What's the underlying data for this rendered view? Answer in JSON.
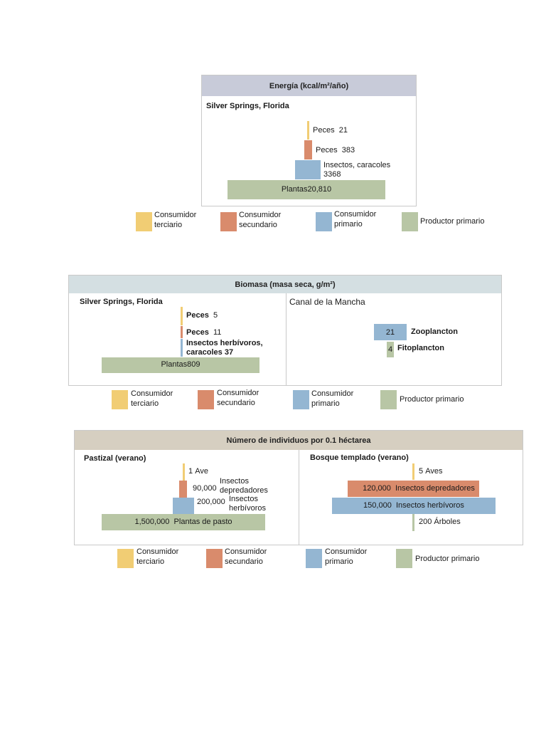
{
  "colors": {
    "terciario": "#f1cd74",
    "secundario": "#d98b6c",
    "primario": "#94b6d2",
    "productor": "#b8c6a5",
    "header_energy": "#c8cbd9",
    "header_biomass": "#d4dfe2",
    "header_numbers": "#d6cfc1"
  },
  "legend": {
    "terciario": [
      "Consumidor",
      "terciario"
    ],
    "secundario": [
      "Consumidor",
      "secundario"
    ],
    "primario": [
      "Consumidor",
      "primario"
    ],
    "productor": "Productor primario"
  },
  "energy": {
    "title": "Energía (kcal/m²/año)",
    "subtitle": "Silver Springs, Florida",
    "levels": {
      "terciario": {
        "name": "Peces",
        "value": "21"
      },
      "secundario": {
        "name": "Peces",
        "value": "383"
      },
      "primario": {
        "name": "Insectos, caracoles",
        "value": "3368"
      },
      "productor": {
        "name": "Plantas",
        "value": "20,810"
      }
    }
  },
  "biomass": {
    "title": "Biomasa (masa seca, g/m²)",
    "left": {
      "subtitle": "Silver Springs, Florida",
      "terciario": {
        "name": "Peces",
        "value": "5"
      },
      "secundario": {
        "name": "Peces",
        "value": "11"
      },
      "primario": {
        "name": "Insectos herbívoros,",
        "name2": "caracoles",
        "value": "37"
      },
      "productor": {
        "name": "Plantas",
        "value": "809"
      }
    },
    "right": {
      "subtitle": "Canal de la Mancha",
      "zooplancton": {
        "name": "Zooplancton",
        "value": "21"
      },
      "fitoplancton": {
        "name": "Fitoplancton",
        "value": "4"
      }
    }
  },
  "numbers": {
    "title": "Número de individuos por 0.1 héctarea",
    "left": {
      "subtitle": "Pastizal (verano)",
      "terciario": {
        "value": "1",
        "name": "Ave"
      },
      "secundario": {
        "value": "90,000",
        "name": "Insectos",
        "name2": "depredadores"
      },
      "primario": {
        "value": "200,000",
        "name": "Insectos",
        "name2": "herbívoros"
      },
      "productor": {
        "value": "1,500,000",
        "name": "Plantas de pasto"
      }
    },
    "right": {
      "subtitle": "Bosque templado (verano)",
      "terciario": {
        "value": "5",
        "name": "Aves"
      },
      "secundario": {
        "value": "120,000",
        "name": "Insectos depredadores"
      },
      "primario": {
        "value": "150,000",
        "name": "Insectos herbívoros"
      },
      "productor": {
        "value": "200",
        "name": "Árboles"
      }
    }
  }
}
